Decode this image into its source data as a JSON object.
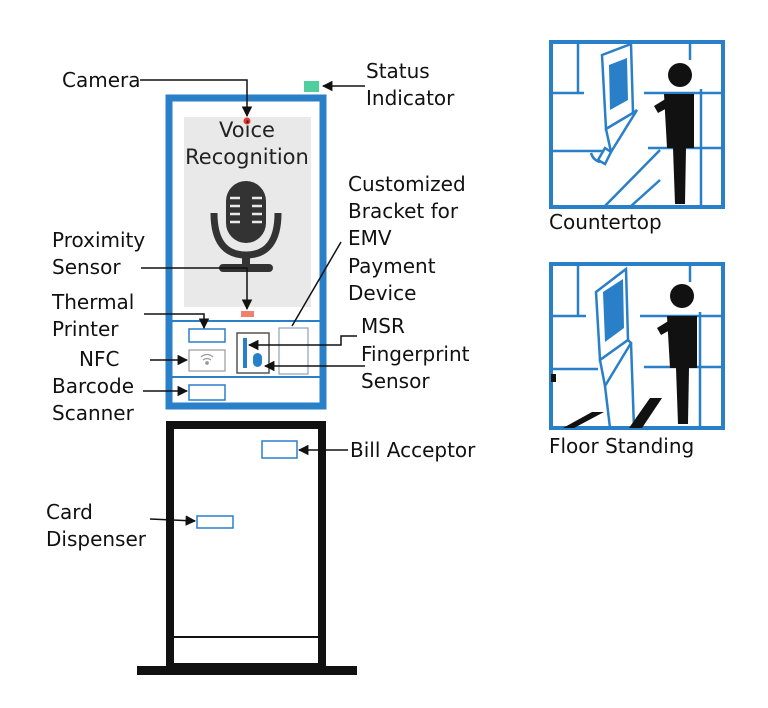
{
  "colors": {
    "frame_blue": "#2a7fc9",
    "screen_gray": "#e9e9e9",
    "status_green": "#4fcf9e",
    "proximity_red": "#f08070",
    "camera_red": "#e23a2a",
    "stand_black": "#111111"
  },
  "labels": {
    "camera": "Camera",
    "status_1": "Status",
    "status_2": "Indicator",
    "voice_1": "Voice",
    "voice_2": "Recognition",
    "bracket_1": "Customized",
    "bracket_2": "Bracket for",
    "bracket_3": "EMV",
    "bracket_4": "Payment",
    "bracket_5": "Device",
    "proximity_1": "Proximity",
    "proximity_2": "Sensor",
    "thermal_1": "Thermal",
    "thermal_2": "Printer",
    "msr": "MSR",
    "nfc": "NFC",
    "fingerprint_1": "Fingerprint",
    "fingerprint_2": "Sensor",
    "barcode_1": "Barcode",
    "barcode_2": "Scanner",
    "bill": "Bill Acceptor",
    "card_1": "Card",
    "card_2": "Dispenser",
    "countertop": "Countertop",
    "floor": "Floor Standing"
  },
  "icons": {
    "microphone": "microphone-icon",
    "wifi": "contactless-icon",
    "person": "person-icon"
  }
}
